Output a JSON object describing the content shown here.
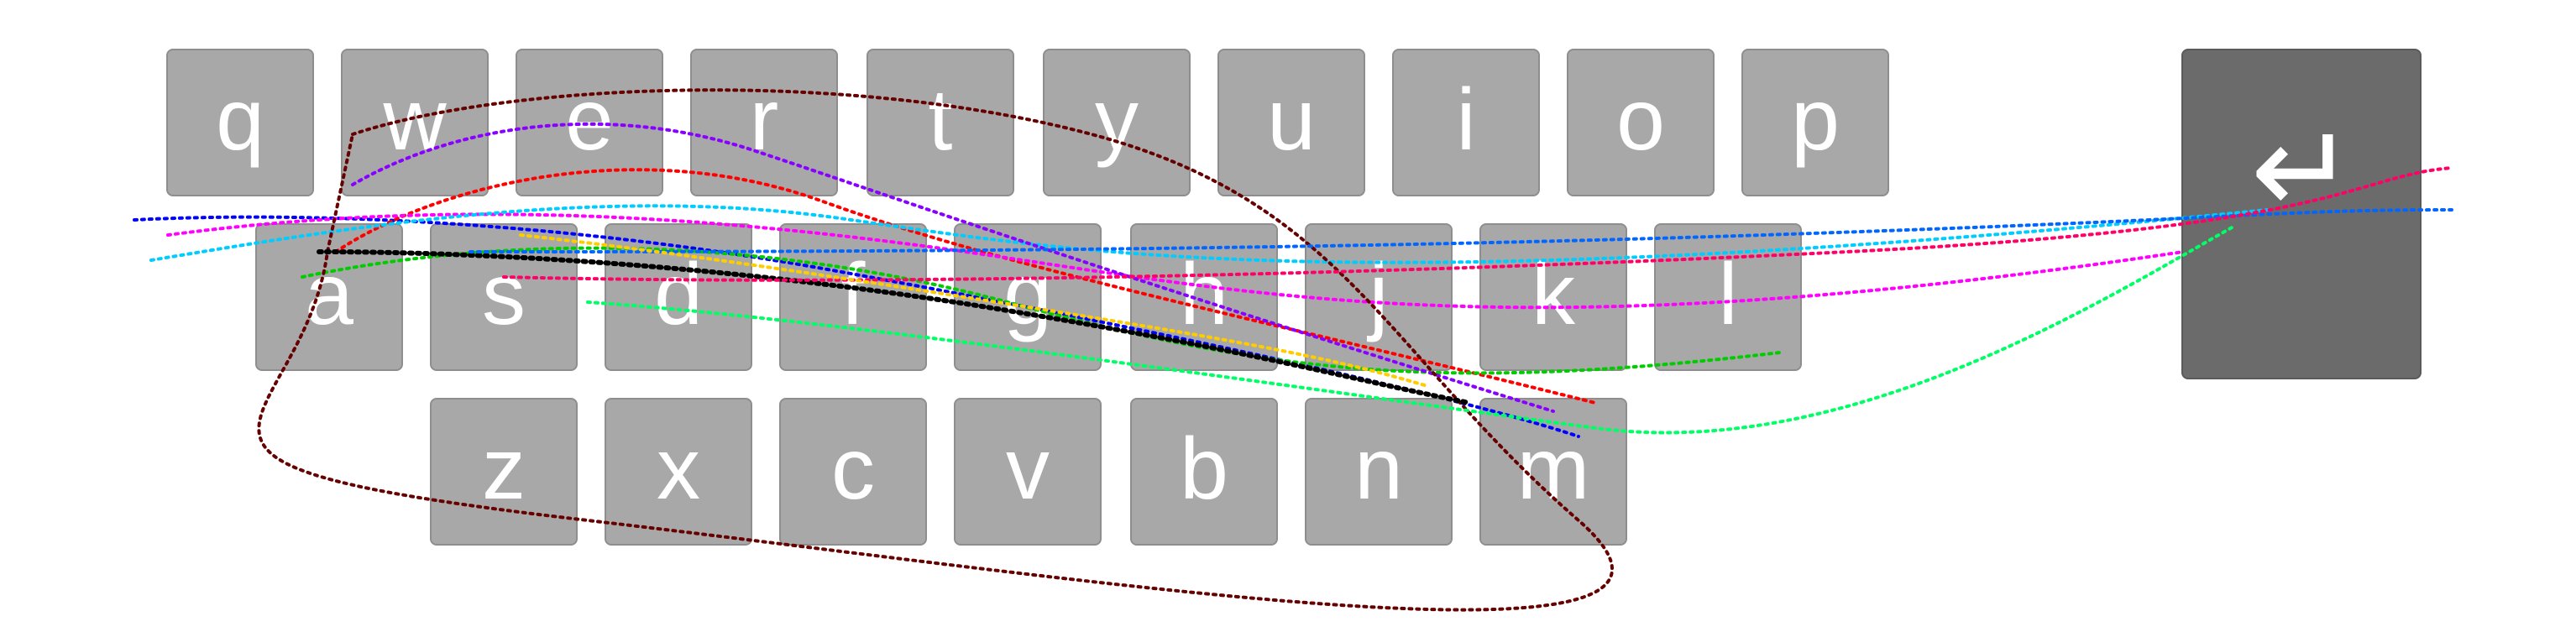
{
  "keyboard": {
    "rows": [
      [
        "q",
        "w",
        "e",
        "r",
        "t",
        "y",
        "u",
        "i",
        "o",
        "p"
      ],
      [
        "a",
        "s",
        "d",
        "f",
        "g",
        "h",
        "j",
        "k",
        "l"
      ],
      [
        "z",
        "x",
        "c",
        "v",
        "b",
        "n",
        "m"
      ]
    ],
    "enter_key": {
      "icon": "enter-icon",
      "symbol": "↵"
    },
    "key_color": "#a8a8a8",
    "enter_color": "#6b6b6b",
    "label_color": "#ffffff"
  },
  "traces": {
    "colors": [
      "#0000ff",
      "#ff0000",
      "#00cc00",
      "#ff00ff",
      "#00ccff",
      "#8800ff",
      "#660000",
      "#000000",
      "#ffcc00",
      "#0066ff",
      "#ff0066",
      "#00ff66"
    ]
  }
}
